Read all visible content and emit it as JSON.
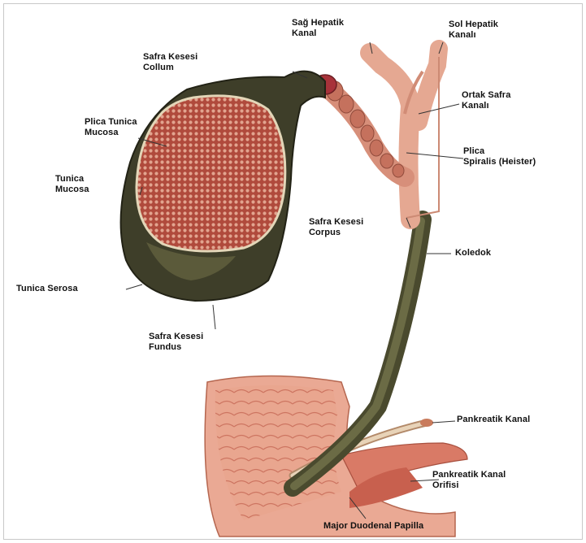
{
  "labels": {
    "sag_hepatik": "Sağ Hepatik\nKanal",
    "sol_hepatik": "Sol Hepatik\nKanalı",
    "collum": "Safra Kesesi\nCollum",
    "plica_tunica": "Plica Tunica\nMucosa",
    "ortak_safra": "Ortak Safra\nKanalı",
    "plica_spiralis": "Plica\nSpiralis (Heister)",
    "tunica_mucosa": "Tunica\nMucosa",
    "corpus": "Safra Kesesi\nCorpus",
    "koledok": "Koledok",
    "tunica_serosa": "Tunica Serosa",
    "fundus": "Safra Kesesi\nFundus",
    "pankreatik_kanal": "Pankreatik Kanal",
    "pankreatik_orifis": "Pankreatik Kanal\nOrifisi",
    "duodenal_papilla": "Major Duodenal Papilla"
  }
}
